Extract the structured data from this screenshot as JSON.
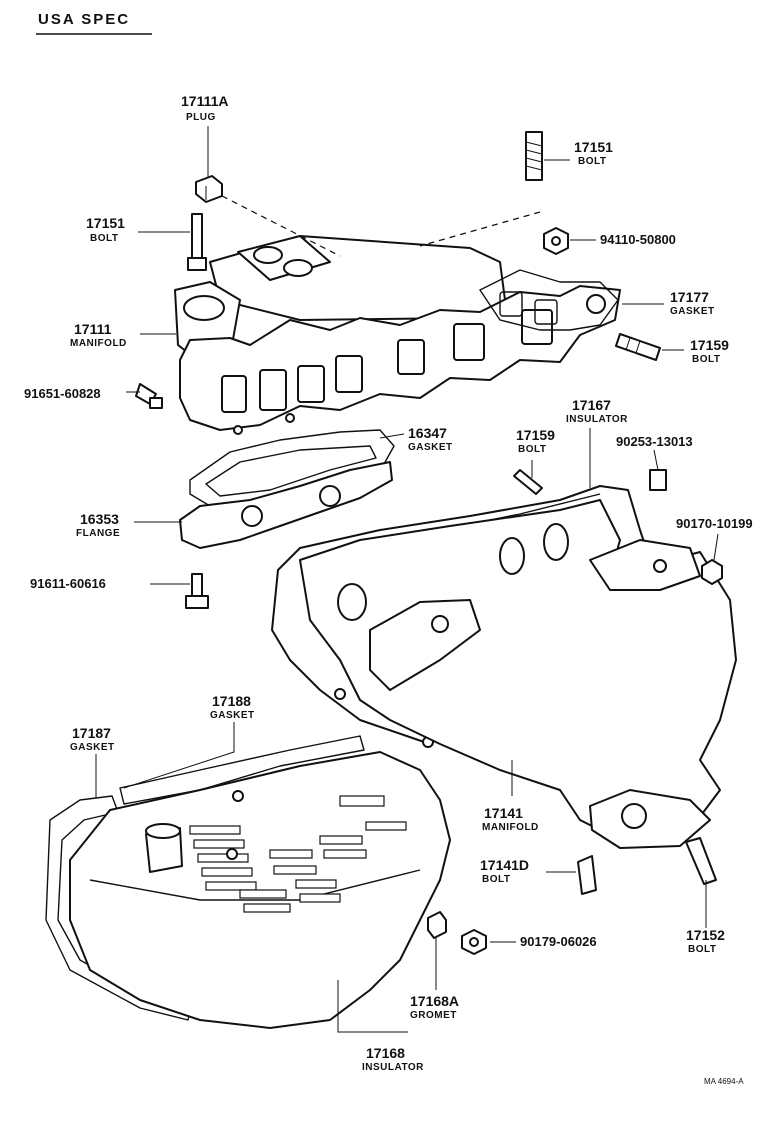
{
  "header": {
    "title": "USA SPEC",
    "ref_code": "MA 4694-A"
  },
  "callouts": [
    {
      "id": "plug",
      "number": "17111A",
      "name": "PLUG"
    },
    {
      "id": "bolt-top-right",
      "number": "17151",
      "name": "BOLT"
    },
    {
      "id": "bolt-top-left",
      "number": "17151",
      "name": "BOLT"
    },
    {
      "id": "nut-top",
      "number": "94110-50800",
      "name": ""
    },
    {
      "id": "intake-manifold",
      "number": "17111",
      "name": "MANIFOLD"
    },
    {
      "id": "gasket-intake",
      "number": "17177",
      "name": "GASKET"
    },
    {
      "id": "stud-right",
      "number": "17159",
      "name": "BOLT"
    },
    {
      "id": "sensor",
      "number": "91651-60828",
      "name": ""
    },
    {
      "id": "gasket-flange",
      "number": "16347",
      "name": "GASKET"
    },
    {
      "id": "flange",
      "number": "16353",
      "name": "FLANGE"
    },
    {
      "id": "stud-mid",
      "number": "17159",
      "name": "BOLT"
    },
    {
      "id": "insulator-top",
      "number": "17167",
      "name": "INSULATOR"
    },
    {
      "id": "collar",
      "number": "90253-13013",
      "name": ""
    },
    {
      "id": "nut-right",
      "number": "90170-10199",
      "name": ""
    },
    {
      "id": "bolt-flange",
      "number": "91611-60616",
      "name": ""
    },
    {
      "id": "gasket-188",
      "number": "17188",
      "name": "GASKET"
    },
    {
      "id": "gasket-187",
      "number": "17187",
      "name": "GASKET"
    },
    {
      "id": "exhaust-manifold",
      "number": "17141",
      "name": "MANIFOLD"
    },
    {
      "id": "bolt-141d",
      "number": "17141D",
      "name": "BOLT"
    },
    {
      "id": "nut-bottom",
      "number": "90179-06026",
      "name": ""
    },
    {
      "id": "stud-bottom",
      "number": "17152",
      "name": "BOLT"
    },
    {
      "id": "gromet",
      "number": "17168A",
      "name": "GROMET"
    },
    {
      "id": "insulator-bottom",
      "number": "17168",
      "name": "INSULATOR"
    }
  ]
}
